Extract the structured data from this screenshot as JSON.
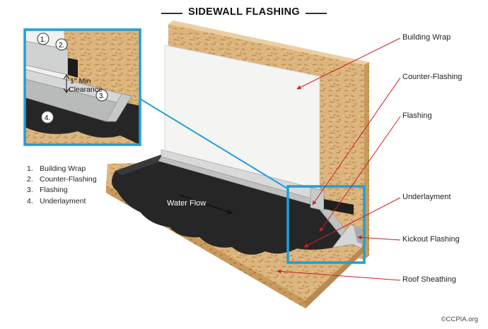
{
  "title": "SIDEWALL FLASHING",
  "callouts": {
    "building_wrap": "Building Wrap",
    "counter_flashing": "Counter-Flashing",
    "flashing": "Flashing",
    "underlayment": "Underlayment",
    "kickout_flashing": "Kickout Flashing",
    "roof_sheathing": "Roof Sheathing"
  },
  "water_flow": "Water Flow",
  "inset": {
    "markers": [
      "1.",
      "2.",
      "3.",
      "4."
    ],
    "clearance_line1": "1\" Min",
    "clearance_line2": "Clearance"
  },
  "legend": [
    {
      "num": "1.",
      "text": "Building Wrap"
    },
    {
      "num": "2.",
      "text": "Counter-Flashing"
    },
    {
      "num": "3.",
      "text": "Flashing"
    },
    {
      "num": "4.",
      "text": "Underlayment"
    }
  ],
  "copyright": "©CCPIA.org",
  "colors": {
    "osb": "#d9b27c",
    "osb_dark": "#b98a4e",
    "underlayment": "#262626",
    "metal": "#cfd0d0",
    "inset_frame": "#1e9fd8",
    "arrow": "#c8202a"
  }
}
